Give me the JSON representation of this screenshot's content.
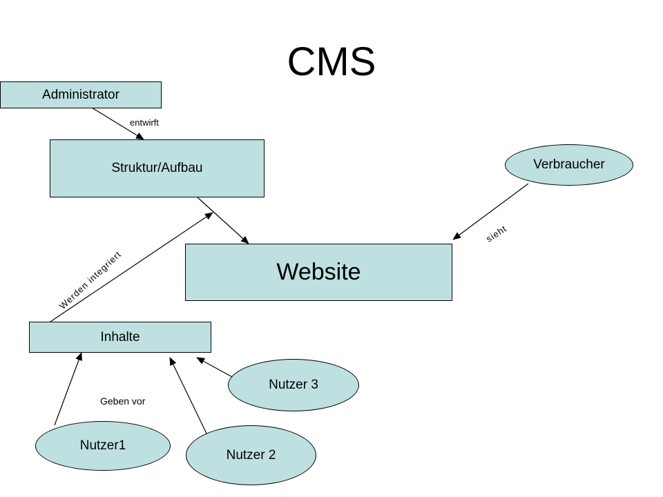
{
  "title": "CMS",
  "colors": {
    "node_fill": "#bfe0e0",
    "stroke": "#000000",
    "background": "#ffffff"
  },
  "nodes": {
    "administrator": "Administrator",
    "struktur": "Struktur/Aufbau",
    "verbraucher": "Verbraucher",
    "website": "Website",
    "inhalte": "Inhalte",
    "nutzer1": "Nutzer1",
    "nutzer2": "Nutzer 2",
    "nutzer3": "Nutzer 3"
  },
  "edges": {
    "entwirft": "entwirft",
    "sieht": "sieht",
    "werden_integriert": "Werden integriert",
    "geben_vor": "Geben vor"
  }
}
